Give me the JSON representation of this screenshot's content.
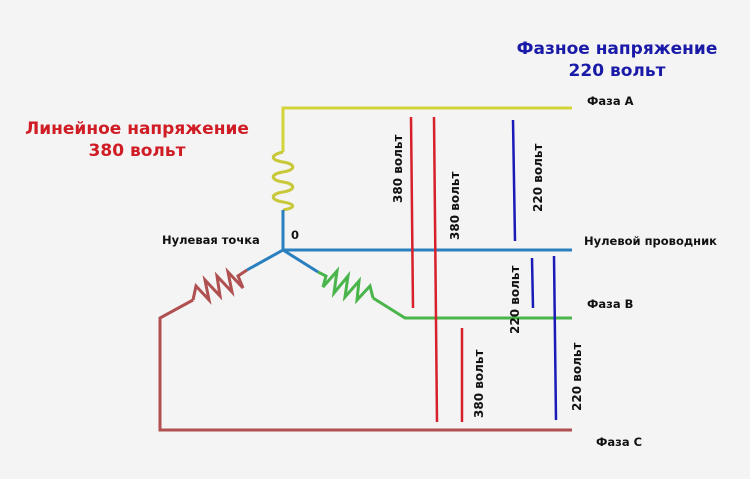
{
  "titles": {
    "phase_voltage_line1": "Фазное напряжение",
    "phase_voltage_line2": "220 вольт",
    "line_voltage_line1": "Линейное напряжение",
    "line_voltage_line2": "380 вольт"
  },
  "wires": {
    "phase_a": "Фаза А",
    "neutral": "Нулевой проводник",
    "phase_b": "Фаза В",
    "phase_c": "Фаза С"
  },
  "neutral_point": {
    "label": "Нулевая точка",
    "symbol": "0"
  },
  "measurements": [
    {
      "id": "a-b-line",
      "text": "380 вольт",
      "type": "line"
    },
    {
      "id": "a-c-line",
      "text": "380 вольт",
      "type": "line"
    },
    {
      "id": "a-n-phase",
      "text": "220 вольт",
      "type": "phase"
    },
    {
      "id": "n-b-phase",
      "text": "220 вольт",
      "type": "phase"
    },
    {
      "id": "b-c-line",
      "text": "380 вольт",
      "type": "line"
    },
    {
      "id": "n-c-phase",
      "text": "220 вольт",
      "type": "phase"
    }
  ],
  "colors": {
    "phase_a": "#d4d43a",
    "phase_b": "#4ab54a",
    "phase_c": "#b05050",
    "neutral": "#2a7fbf",
    "line_voltage": "#d8202a",
    "phase_voltage": "#1a1ab8",
    "red_title": "#d01c24",
    "blue_title": "#1a1aa8"
  }
}
